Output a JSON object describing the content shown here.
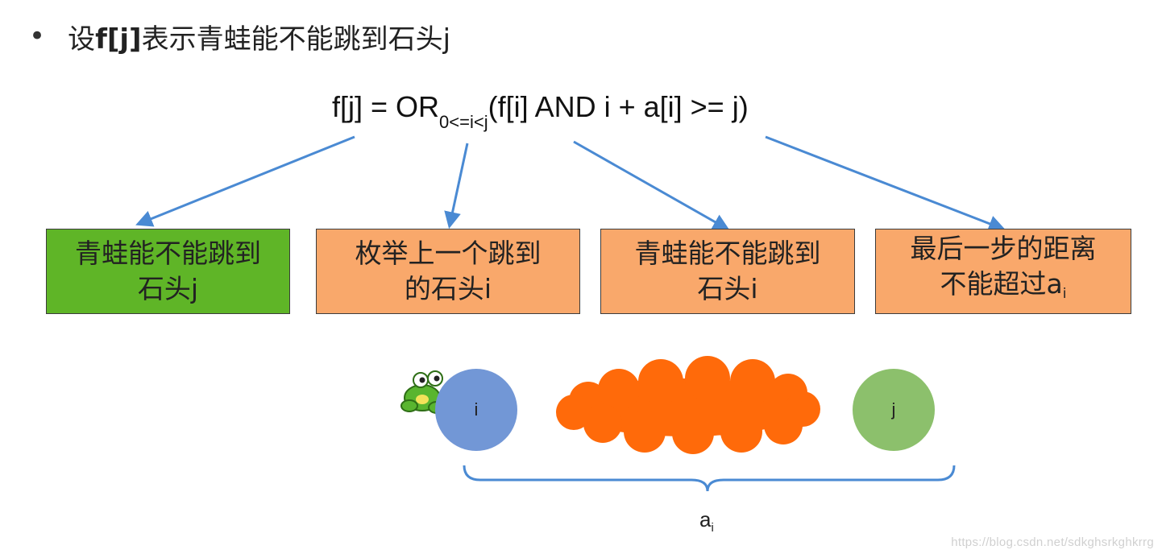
{
  "bullet": {
    "prefix": "设",
    "fj": "f[j]",
    "rest": "表示青蛙能不能跳到石头j"
  },
  "formula": {
    "lhs": "f[j] = OR",
    "subscript": "0<=i<j",
    "rhs": "(f[i] AND i + a[i] >= j)"
  },
  "boxes": [
    {
      "line1": "青蛙能不能跳到",
      "line2": "石头j"
    },
    {
      "line1": "枚举上一个跳到",
      "line2": "的石头i"
    },
    {
      "line1": "青蛙能不能跳到",
      "line2": "石头i"
    },
    {
      "line1": "最后一步的距离",
      "line2": "不能超过a",
      "sub": "i"
    }
  ],
  "circles": {
    "left": "i",
    "right": "j"
  },
  "brace_label": {
    "base": "a",
    "sub": "i"
  },
  "watermark": "https://blog.csdn.net/sdkghsrkghkrrg",
  "colors": {
    "arrow": "#4a8ad3",
    "box_green": "#5fb527",
    "box_orange": "#f9a86b",
    "circle_i": "#7297d6",
    "circle_j": "#8cc06c",
    "cloud": "#ff6a0a",
    "frog": "#59b52f"
  },
  "icons": {
    "frog": "frog-icon",
    "cloud": "cloud-shape",
    "brace": "curly-brace"
  }
}
